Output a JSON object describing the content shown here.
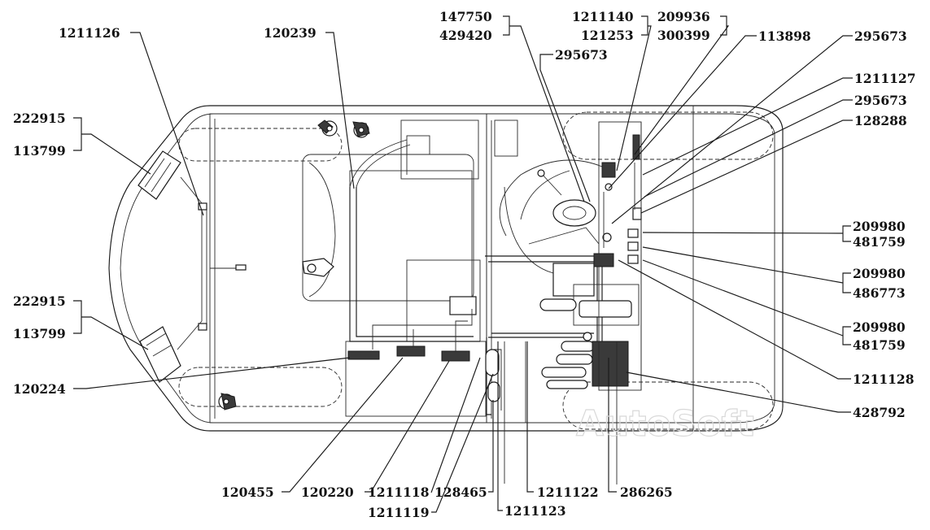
{
  "labels": {
    "l1211126": "1211126",
    "l120239": "120239",
    "l147750": "147750",
    "l429420": "429420",
    "l1211140": "1211140",
    "l121253": "121253",
    "l209936": "209936",
    "l300399": "300399",
    "l113898": "113898",
    "l295673a": "295673",
    "l295673b": "295673",
    "l1211127": "1211127",
    "l295673c": "295673",
    "l128288": "128288",
    "l222915a": "222915",
    "l113799a": "113799",
    "l222915b": "222915",
    "l113799b": "113799",
    "l120224": "120224",
    "l209980a": "209980",
    "l481759a": "481759",
    "l209980b": "209980",
    "l486773": "486773",
    "l209980c": "209980",
    "l481759b": "481759",
    "l1211128": "1211128",
    "l428792": "428792",
    "l120455": "120455",
    "l120220": "120220",
    "l1211118": "1211118",
    "l1211119": "1211119",
    "l128465": "128465",
    "l1211122": "1211122",
    "l1211123": "1211123",
    "l286265": "286265"
  },
  "watermark": "AutoSoft"
}
